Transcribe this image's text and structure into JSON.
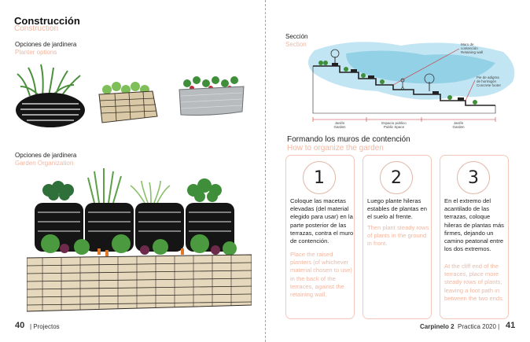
{
  "left_page": {
    "title_es": "Construcción",
    "title_en": "Construction",
    "section1_es": "Opciones de jardinera",
    "section1_en": "Planter options",
    "section2_es": "Opciones de jardinera",
    "section2_en": "Garden Organization",
    "page_number": "40",
    "footer_label": "| Projectos"
  },
  "right_page": {
    "section_es": "Sección",
    "section_en": "Section",
    "diagram_labels": {
      "wall": [
        "Muro de",
        "contención",
        "Retaining wall"
      ],
      "footer": [
        "Pie de adigma",
        "de hormigón",
        "Concrete footer"
      ],
      "garden_left": [
        "Jardín",
        "Garden"
      ],
      "public_space": [
        "Espacio publico",
        "Public Space"
      ],
      "garden_right": [
        "Jardín",
        "Garden"
      ]
    },
    "heading_es": "Formando los muros de contención",
    "heading_en": "How to organize the garden",
    "steps": [
      {
        "number": "1",
        "text_es": "Coloque las macetas elevadas (del material elegido para usar) en la parte posterior de las terrazas, contra el muro de contención.",
        "text_en": "Place the raised planters (of whichever material chosen to use) in the back of the terraces, against the retaining wall."
      },
      {
        "number": "2",
        "text_es": "Luego plante hileras estables de plantas en el suelo al frente.",
        "text_en": "Then plant steady rows of plants in the ground in front."
      },
      {
        "number": "3",
        "text_es": "En el extremo del acantilado de las terrazas, coloque hileras de plantas más firmes, dejando un camino peatonal entre los dos extremos.",
        "text_en": "At the cliff end of the terraces, place more steady rows of plants, leaving a foot path in between the two ends."
      }
    ],
    "footer_bold": "Carpinelo 2",
    "footer_label": "Practica 2020  |",
    "page_number": "41"
  },
  "colors": {
    "accent": "#f2b7a0",
    "card_border": "#f2c9bb",
    "water": "#5bb7d9",
    "plant_green": "#3f8f3a",
    "wood": "#d9c9a6"
  }
}
